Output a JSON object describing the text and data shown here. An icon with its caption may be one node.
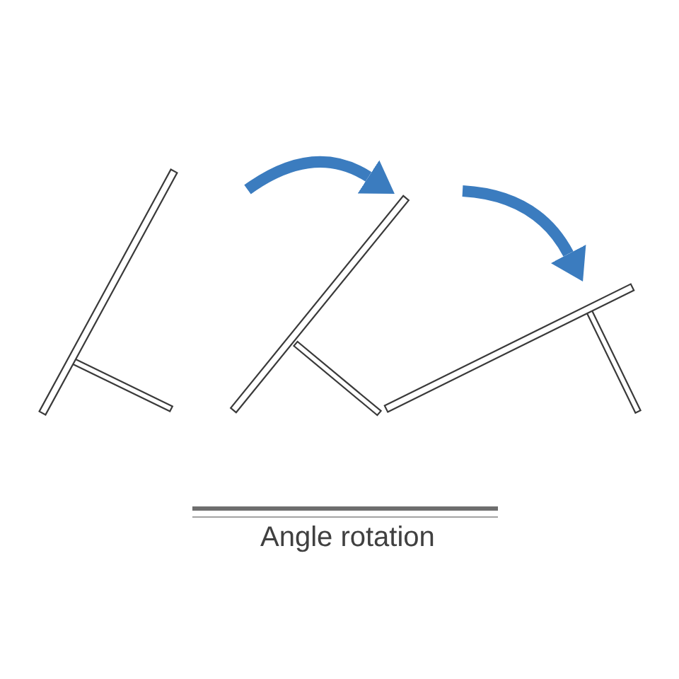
{
  "diagram": {
    "caption": "Angle rotation",
    "nodes": [
      {
        "text": [],
        "shape": "picture"
      },
      {
        "text": [],
        "shape": "picture"
      },
      {
        "text": [],
        "shape": "picture"
      }
    ],
    "edges": [
      {
        "from": null,
        "to": 1,
        "arrow": "to"
      },
      {
        "from": null,
        "to": 2,
        "arrow": "to"
      }
    ]
  }
}
